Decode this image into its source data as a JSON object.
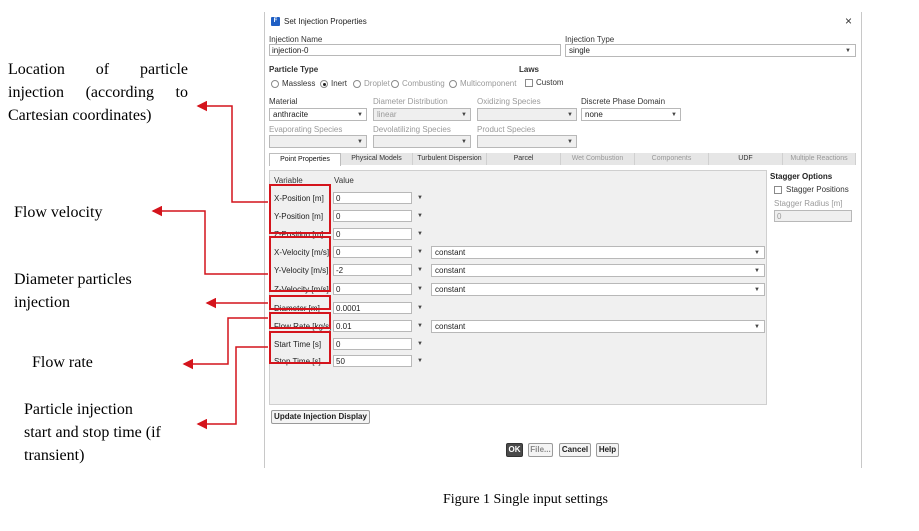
{
  "annotations": {
    "location": [
      "Location of particle",
      "injection (according to",
      "Cartesian coordinates)"
    ],
    "velocity": "Flow velocity",
    "diameter": [
      "Diameter particles",
      "injection"
    ],
    "flow_rate": "Flow rate",
    "time": [
      "Particle injection",
      "start and stop time (if",
      "transient)"
    ]
  },
  "caption": "Figure 1 Single input settings",
  "dialog": {
    "title": "Set Injection Properties",
    "close": "×",
    "injection_name_label": "Injection Name",
    "injection_name_value": "injection-0",
    "injection_type_label": "Injection Type",
    "injection_type_value": "single",
    "particle_type_label": "Particle Type",
    "particle_types": [
      "Massless",
      "Inert",
      "Droplet",
      "Combusting",
      "Multicomponent"
    ],
    "laws_label": "Laws",
    "custom_label": "Custom",
    "material_label": "Material",
    "material_value": "anthracite",
    "diameter_distribution_label": "Diameter Distribution",
    "diameter_distribution_value": "linear",
    "oxidizing_species_label": "Oxidizing Species",
    "discrete_phase_domain_label": "Discrete Phase Domain",
    "discrete_phase_domain_value": "none",
    "evaporating_species_label": "Evaporating Species",
    "devolatilizing_species_label": "Devolatilizing Species",
    "product_species_label": "Product Species",
    "tabs": [
      "Point Properties",
      "Physical Models",
      "Turbulent Dispersion",
      "Parcel",
      "Wet Combustion",
      "Components",
      "UDF",
      "Multiple Reactions"
    ],
    "variable_header": "Variable",
    "value_header": "Value",
    "properties": [
      {
        "name": "X-Position [m]",
        "value": "0",
        "mode": ""
      },
      {
        "name": "Y-Position [m]",
        "value": "0",
        "mode": ""
      },
      {
        "name": "Z-Position [m]",
        "value": "0",
        "mode": ""
      },
      {
        "name": "X-Velocity [m/s]",
        "value": "0",
        "mode": "constant"
      },
      {
        "name": "Y-Velocity [m/s]",
        "value": "-2",
        "mode": "constant"
      },
      {
        "name": "Z-Velocity [m/s]",
        "value": "0",
        "mode": "constant"
      },
      {
        "name": "Diameter [m]",
        "value": "0.0001",
        "mode": ""
      },
      {
        "name": "Flow Rate [kg/s]",
        "value": "0.01",
        "mode": "constant"
      },
      {
        "name": "Start Time [s]",
        "value": "0",
        "mode": ""
      },
      {
        "name": "Stop Time [s]",
        "value": "50",
        "mode": ""
      }
    ],
    "stagger_title": "Stagger Options",
    "stagger_positions_label": "Stagger Positions",
    "stagger_radius_label": "Stagger Radius [m]",
    "stagger_radius_value": "0",
    "update_button": "Update Injection Display",
    "ok_button": "OK",
    "file_button": "File...",
    "cancel_button": "Cancel",
    "help_button": "Help"
  },
  "colors": {
    "arrow": "#d4141c",
    "accent": "#1f5fc4",
    "ok": "#4a4a4a"
  }
}
